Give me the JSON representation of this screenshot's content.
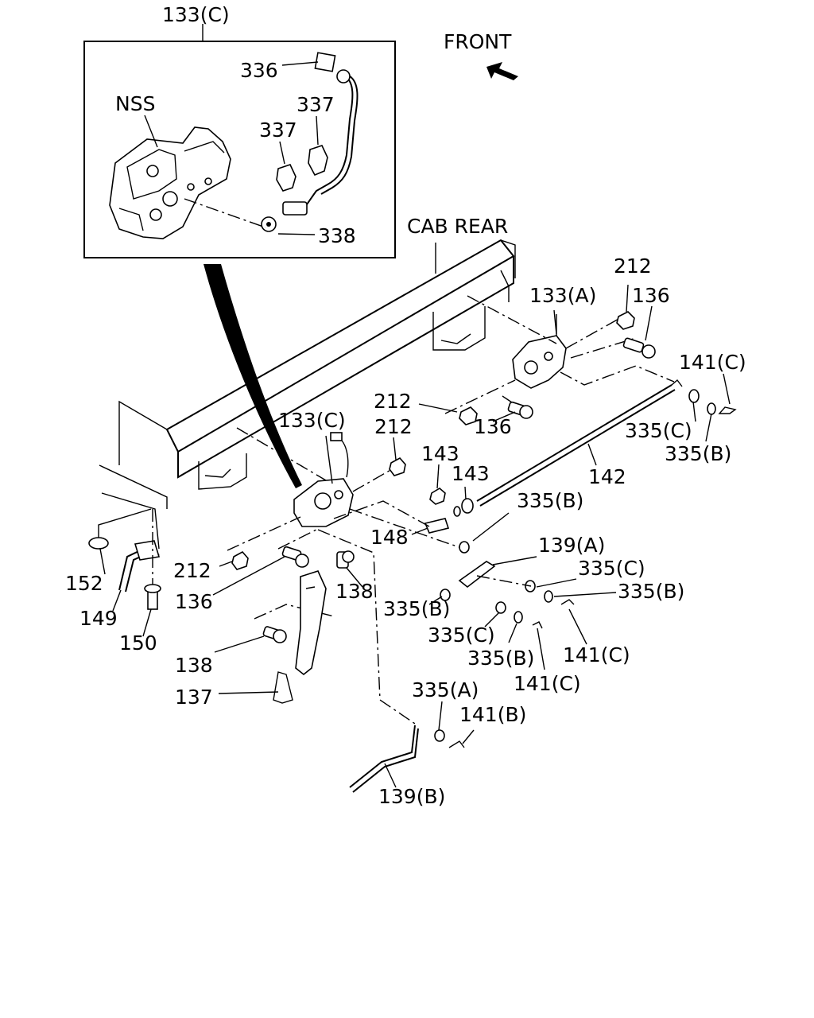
{
  "labels": {
    "front": "FRONT",
    "cab_rear": "CAB REAR",
    "nss": "NSS",
    "p133c_top": "133(C)",
    "p133a": "133(A)",
    "p133c_mid": "133(C)",
    "p336": "336",
    "p337a": "337",
    "p337b": "337",
    "p338": "338",
    "p212a": "212",
    "p212b": "212",
    "p212c": "212",
    "p212d": "212",
    "p136a": "136",
    "p136b": "136",
    "p136c": "136",
    "p141c_a": "141(C)",
    "p141c_b": "141(C)",
    "p141c_c": "141(C)",
    "p141b": "141(B)",
    "p335c_a": "335(C)",
    "p335c_b": "335(C)",
    "p335c_c": "335(C)",
    "p335b_a": "335(B)",
    "p335b_b": "335(B)",
    "p335b_c": "335(B)",
    "p335b_d": "335(B)",
    "p335b_e": "335(B)",
    "p335a": "335(A)",
    "p143a": "143",
    "p143b": "143",
    "p142": "142",
    "p148": "148",
    "p139a": "139(A)",
    "p139b": "139(B)",
    "p138a": "138",
    "p138b": "138",
    "p137": "137",
    "p152": "152",
    "p149": "149",
    "p150": "150"
  },
  "icons": [
    "front-arrow-icon"
  ]
}
